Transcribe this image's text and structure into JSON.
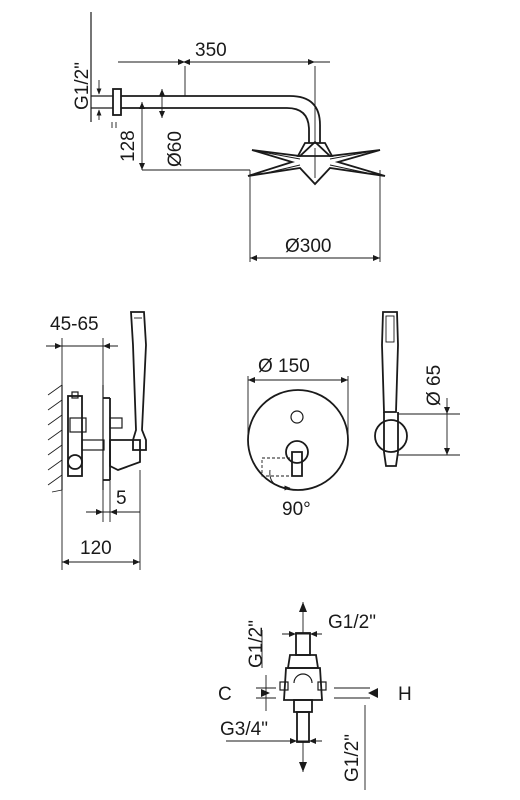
{
  "head_view": {
    "dims": {
      "arm_length": "350",
      "inlet_thread": "G1/2\"",
      "height": "128",
      "flange_diameter": "Ø60",
      "head_diameter": "Ø300"
    }
  },
  "side_view": {
    "dims": {
      "wall_depth": "45-65",
      "plate_gap": "5",
      "overall_depth": "120"
    }
  },
  "front_view": {
    "dims": {
      "plate_diameter": "Ø 150",
      "rotation": "90°"
    }
  },
  "holder_view": {
    "dims": {
      "holder_diameter": "Ø 65"
    }
  },
  "valve_view": {
    "dims": {
      "top_thread": "G1/2\"",
      "top_side_thread": "G1/2\"",
      "cold_label": "C",
      "hot_label": "H",
      "bottom_thread": "G3/4\"",
      "bottom_side_thread": "G1/2\""
    }
  }
}
